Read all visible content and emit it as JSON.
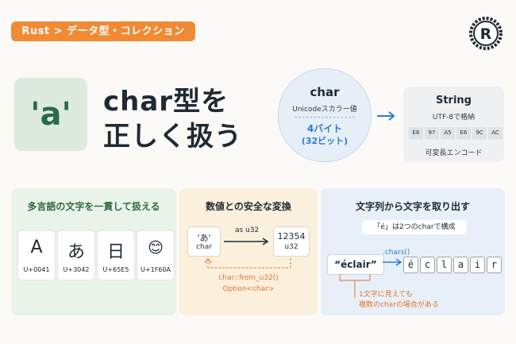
{
  "header": {
    "tag": "Rust > データ型・コレクション",
    "logo_text": "R"
  },
  "hero": {
    "glyph": "'a'",
    "title_line1": "char型を",
    "title_line2": "正しく扱う"
  },
  "char_circle": {
    "name": "char",
    "desc": "Unicodeスカラー値",
    "size": "4バイト",
    "bits": "(32ビット)"
  },
  "string_box": {
    "name": "String",
    "encoding": "UTF-8で格納",
    "bytes": [
      "E6",
      "97",
      "A5",
      "E6",
      "9C",
      "AC"
    ],
    "note": "可変長エンコード"
  },
  "panel1": {
    "title": "多言語の文字を一貫して扱える",
    "cards": [
      {
        "glyph": "A",
        "code": "U+0041"
      },
      {
        "glyph": "あ",
        "code": "U+3042"
      },
      {
        "glyph": "日",
        "code": "U+65E5"
      },
      {
        "glyph": "😊",
        "code": "U+1F60A"
      }
    ]
  },
  "panel2": {
    "title": "数値との安全な変換",
    "left_val": "'あ'",
    "left_type": "char",
    "right_val": "12354",
    "right_type": "u32",
    "cast": "as u32",
    "back_fn": "char::from_u32()",
    "back_type": "Option<char>"
  },
  "panel3": {
    "title": "文字列から文字を取り出す",
    "callout": "「é」は2つのcharで構成",
    "word": "“éclair”",
    "method": ".chars()",
    "chars": [
      "é",
      "c",
      "l",
      "a",
      "i",
      "r"
    ],
    "note1": "1文字に見えても",
    "note2": "複数のcharの場合がある"
  },
  "colors": {
    "accent": "#f08a35",
    "green": "#2a6b4a",
    "blue": "#2f7bd0"
  }
}
